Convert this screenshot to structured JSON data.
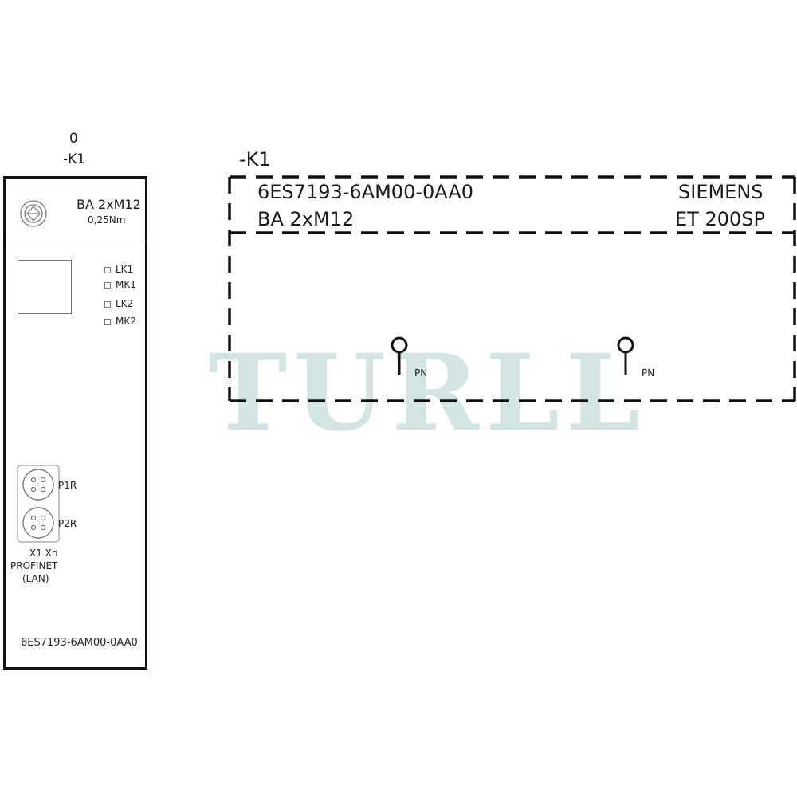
{
  "module": {
    "slot": "0",
    "ref": "-K1",
    "name": "BA 2xM12",
    "torque": "0,25Nm",
    "leds": [
      "LK1",
      "MK1",
      "LK2",
      "MK2"
    ],
    "ports": [
      "P1R",
      "P2R"
    ],
    "interface_lines": [
      "X1 Xn",
      "PROFINET",
      "(LAN)"
    ],
    "part_number": "6ES7193-6AM00-0AA0",
    "icons": [
      "screw-terminal-icon",
      "m12-connector-icon"
    ]
  },
  "schematic": {
    "ref": "-K1",
    "part_number": "6ES7193-6AM00-0AA0",
    "name": "BA 2xM12",
    "manufacturer": "SIEMENS",
    "series": "ET 200SP",
    "pins": [
      {
        "label": "PN"
      },
      {
        "label": "PN"
      }
    ]
  },
  "watermark": "TURLL",
  "colors": {
    "line": "#111111",
    "watermark": "#c4dddc"
  }
}
